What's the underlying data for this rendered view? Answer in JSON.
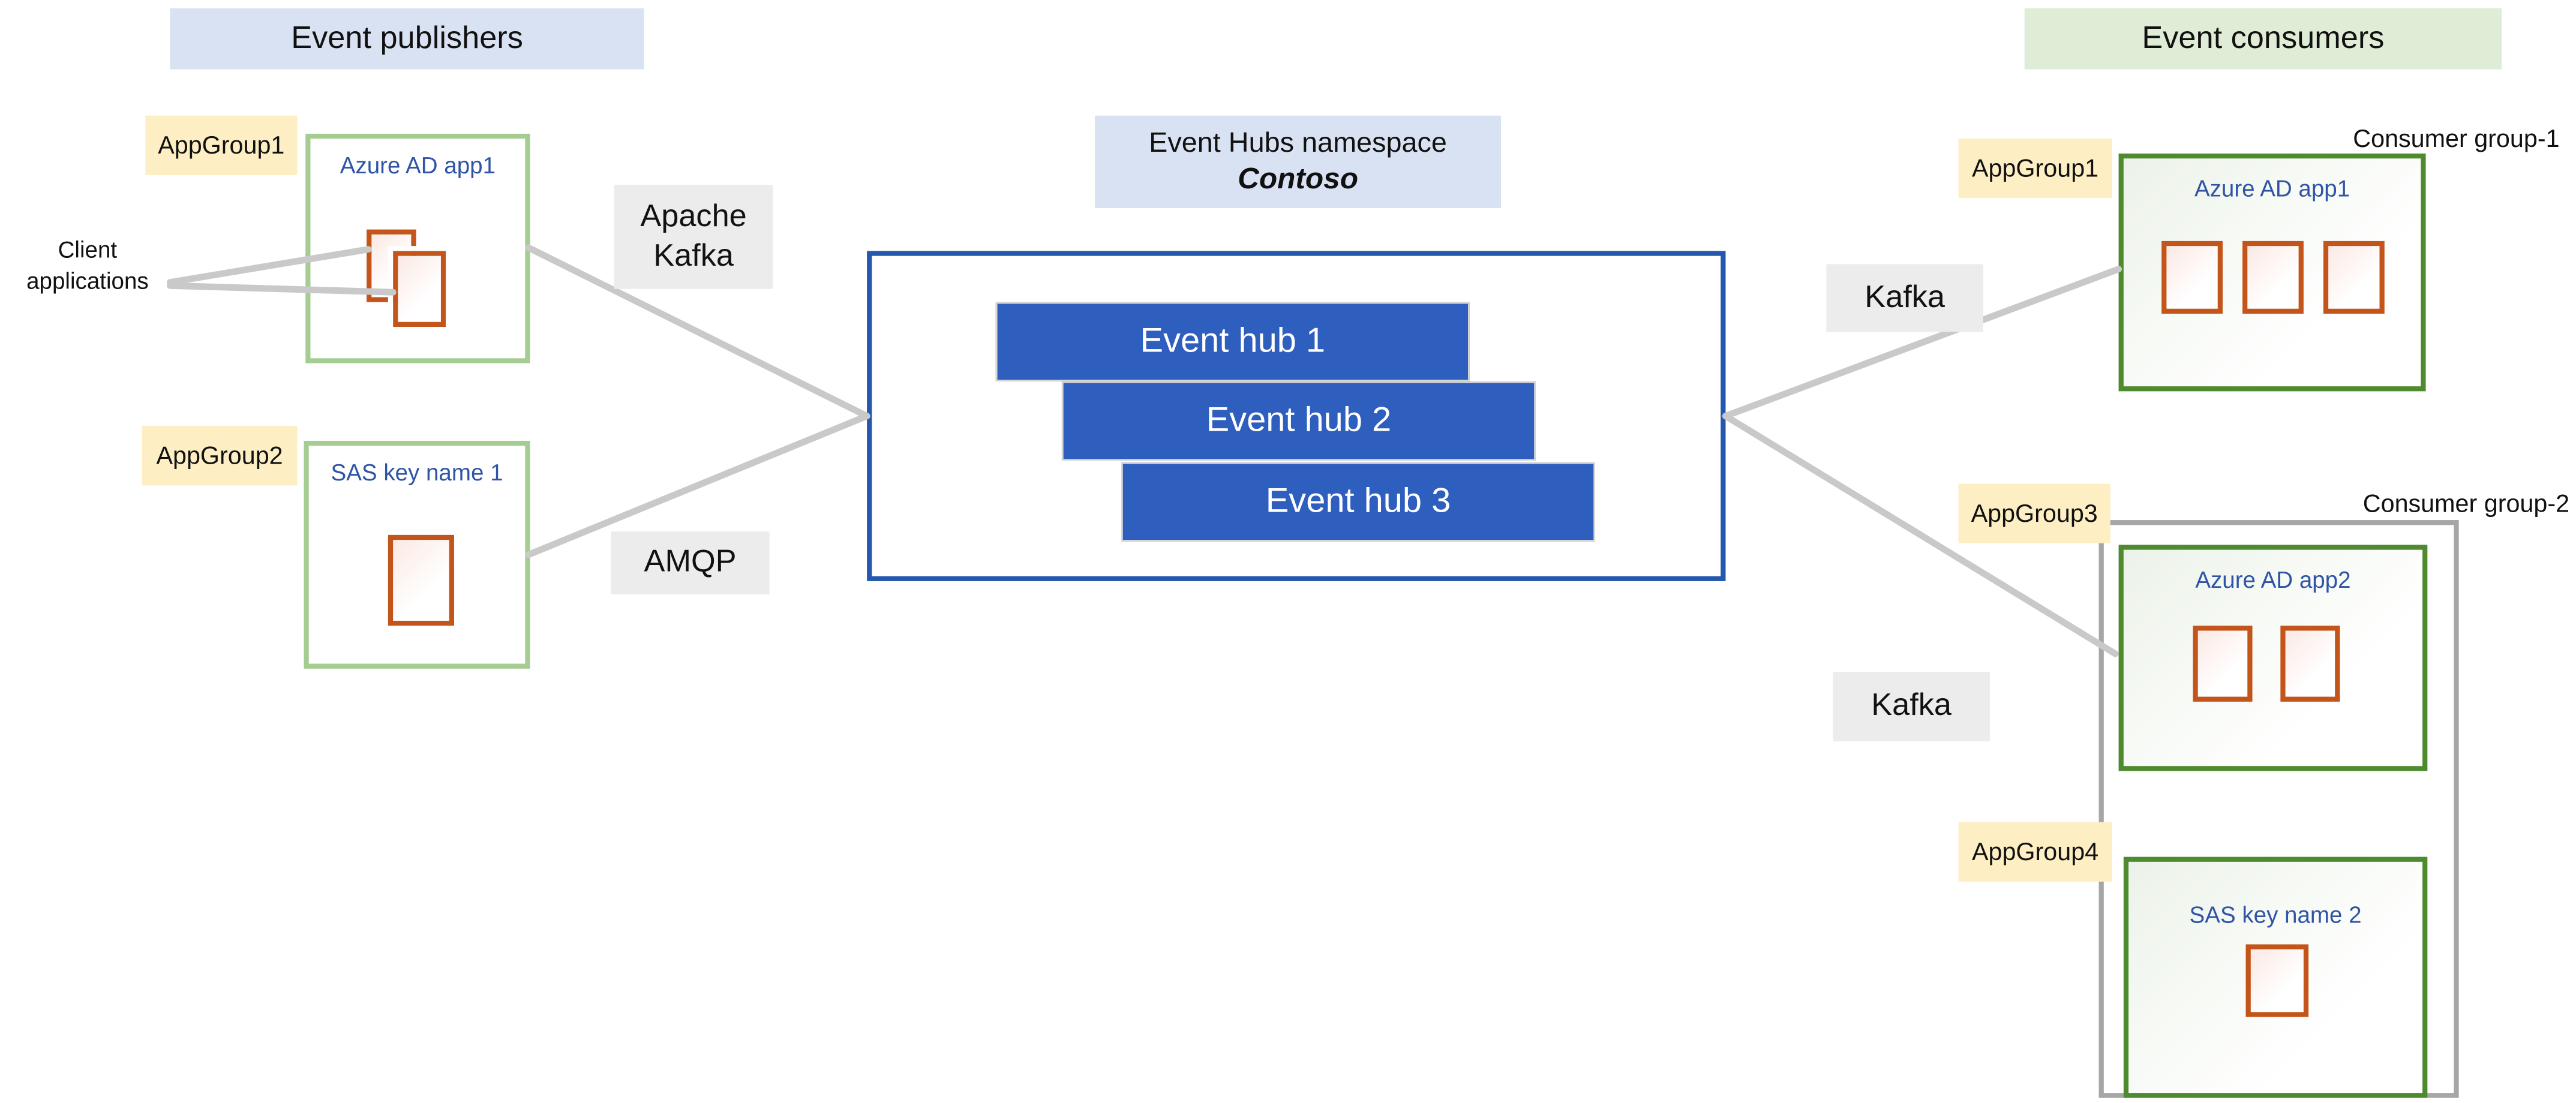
{
  "headers": {
    "publishers": "Event publishers",
    "consumers": "Event consumers"
  },
  "namespace": {
    "title": "Event Hubs namespace",
    "name": "Contoso",
    "event_hubs": [
      {
        "label": "Event hub 1"
      },
      {
        "label": "Event hub 2"
      },
      {
        "label": "Event hub 3"
      }
    ]
  },
  "publishers": {
    "client_applications_label": "Client applications",
    "groups": [
      {
        "app_group": "AppGroup1",
        "box_title": "Azure AD app1",
        "client_app_count": 2
      },
      {
        "app_group": "AppGroup2",
        "box_title": "SAS key name 1",
        "client_app_count": 1
      }
    ],
    "protocols": [
      {
        "label": "Apache Kafka"
      },
      {
        "label": "AMQP"
      }
    ]
  },
  "consumers": {
    "group1": {
      "name": "Consumer group-1",
      "app_group": "AppGroup1",
      "box_title": "Azure AD app1",
      "client_app_count": 3,
      "protocol": "Kafka"
    },
    "group2": {
      "name": "Consumer group-2",
      "protocol": "Kafka",
      "members": [
        {
          "app_group": "AppGroup3",
          "box_title": "Azure AD app2",
          "client_app_count": 2
        },
        {
          "app_group": "AppGroup4",
          "box_title": "SAS key name 2",
          "client_app_count": 1
        }
      ]
    }
  },
  "colors": {
    "header_publishers_bg": "#D9E2F3",
    "header_consumers_bg": "#E0EDD6",
    "namespace_title_bg": "#D9E2F3",
    "app_group_label_bg": "#FDEFC3",
    "protocol_label_bg": "#ECECEC",
    "event_hub_blue": "#2E5EBE",
    "namespace_border_blue": "#2457AE",
    "publisher_box_border_green": "#A5CD92",
    "consumer_box_border_green": "#4E8A2E",
    "outer_group_border_gray": "#A6A6A6",
    "document_icon_orange": "#C4551A",
    "connector_gray": "#C9C9C9",
    "box_title_blue": "#2F54A5"
  }
}
